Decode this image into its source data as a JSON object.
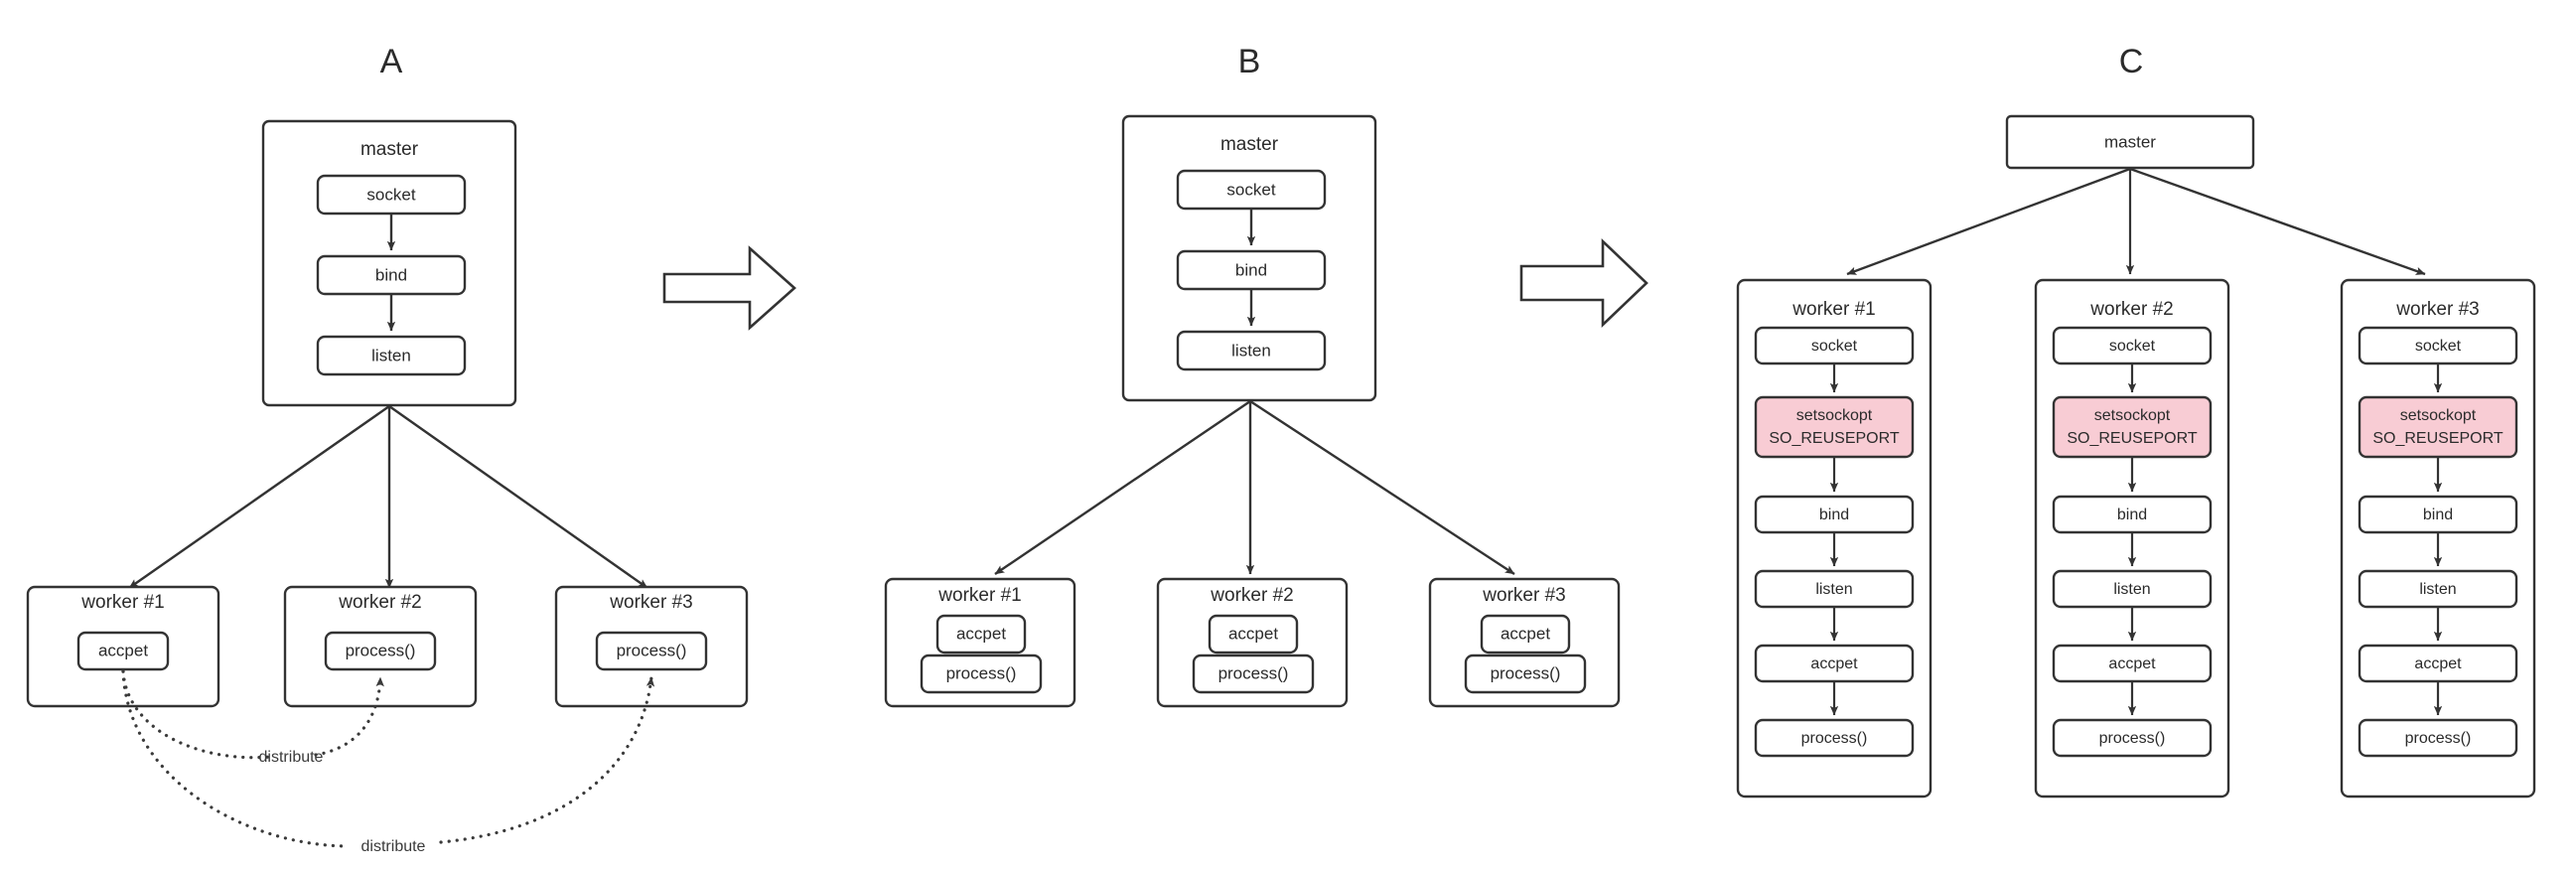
{
  "diagram": {
    "title_letters": [
      "A",
      "B",
      "C"
    ],
    "colors": {
      "highlight_fill": "#f8ccd4",
      "stroke": "#333333",
      "text": "#2b2b2b",
      "background": "#ffffff"
    },
    "transition_icons": [
      "block-arrow-right",
      "block-arrow-right"
    ]
  },
  "panels": {
    "a": {
      "letter": "A",
      "master": {
        "title": "master",
        "steps": [
          "socket",
          "bind",
          "listen"
        ]
      },
      "workers": [
        {
          "title": "worker #1",
          "steps": [
            "accpet"
          ]
        },
        {
          "title": "worker #2",
          "steps": [
            "process()"
          ]
        },
        {
          "title": "worker #3",
          "steps": [
            "process()"
          ]
        }
      ],
      "distribute_labels": [
        "distribute",
        "distribute"
      ]
    },
    "b": {
      "letter": "B",
      "master": {
        "title": "master",
        "steps": [
          "socket",
          "bind",
          "listen"
        ]
      },
      "workers": [
        {
          "title": "worker #1",
          "steps": [
            "accpet",
            "process()"
          ]
        },
        {
          "title": "worker #2",
          "steps": [
            "accpet",
            "process()"
          ]
        },
        {
          "title": "worker #3",
          "steps": [
            "accpet",
            "process()"
          ]
        }
      ]
    },
    "c": {
      "letter": "C",
      "master": {
        "title": "master"
      },
      "workers": [
        {
          "title": "worker #1",
          "steps": [
            "socket",
            "setsockopt SO_REUSEPORT",
            "bind",
            "listen",
            "accpet",
            "process()"
          ],
          "highlight_step": "setsockopt SO_REUSEPORT",
          "highlight_line1": "setsockopt",
          "highlight_line2": "SO_REUSEPORT"
        },
        {
          "title": "worker #2",
          "steps": [
            "socket",
            "setsockopt SO_REUSEPORT",
            "bind",
            "listen",
            "accpet",
            "process()"
          ],
          "highlight_step": "setsockopt SO_REUSEPORT",
          "highlight_line1": "setsockopt",
          "highlight_line2": "SO_REUSEPORT"
        },
        {
          "title": "worker #3",
          "steps": [
            "socket",
            "setsockopt SO_REUSEPORT",
            "bind",
            "listen",
            "accpet",
            "process()"
          ],
          "highlight_step": "setsockopt SO_REUSEPORT",
          "highlight_line1": "setsockopt",
          "highlight_line2": "SO_REUSEPORT"
        }
      ]
    }
  }
}
